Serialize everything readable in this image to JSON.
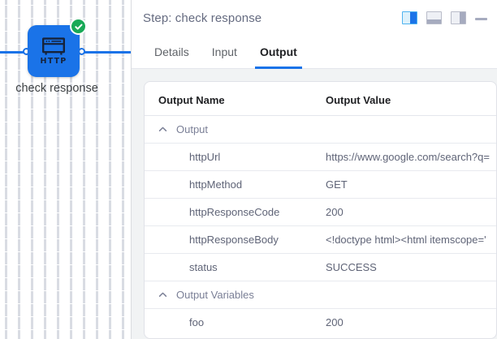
{
  "canvas": {
    "node": {
      "type_label": "HTTP",
      "name": "check response",
      "status_icon": "check-circle-icon",
      "icon": "http-node-icon",
      "accent_color": "#1a73e8",
      "status_color": "#18a957"
    }
  },
  "panel": {
    "header": {
      "title": "Step: check response",
      "layout_buttons": [
        {
          "name": "layout-split-vertical",
          "active": true
        },
        {
          "name": "layout-split-horizontal",
          "active": false
        },
        {
          "name": "layout-panel-right",
          "active": false
        }
      ],
      "minimize_label": "—"
    },
    "tabs": [
      {
        "label": "Details",
        "active": false
      },
      {
        "label": "Input",
        "active": false
      },
      {
        "label": "Output",
        "active": true
      }
    ],
    "accent_color": "#1a73e8",
    "table": {
      "columns": [
        "Output Name",
        "Output Value"
      ],
      "groups": [
        {
          "label": "Output",
          "expanded": true,
          "rows": [
            {
              "name": "httpUrl",
              "value": "https://www.google.com/search?q="
            },
            {
              "name": "httpMethod",
              "value": "GET"
            },
            {
              "name": "httpResponseCode",
              "value": "200"
            },
            {
              "name": "httpResponseBody",
              "value": "<!doctype html><html itemscope='"
            },
            {
              "name": "status",
              "value": "SUCCESS"
            }
          ]
        },
        {
          "label": "Output Variables",
          "expanded": true,
          "rows": [
            {
              "name": "foo",
              "value": "200"
            }
          ]
        }
      ]
    }
  }
}
